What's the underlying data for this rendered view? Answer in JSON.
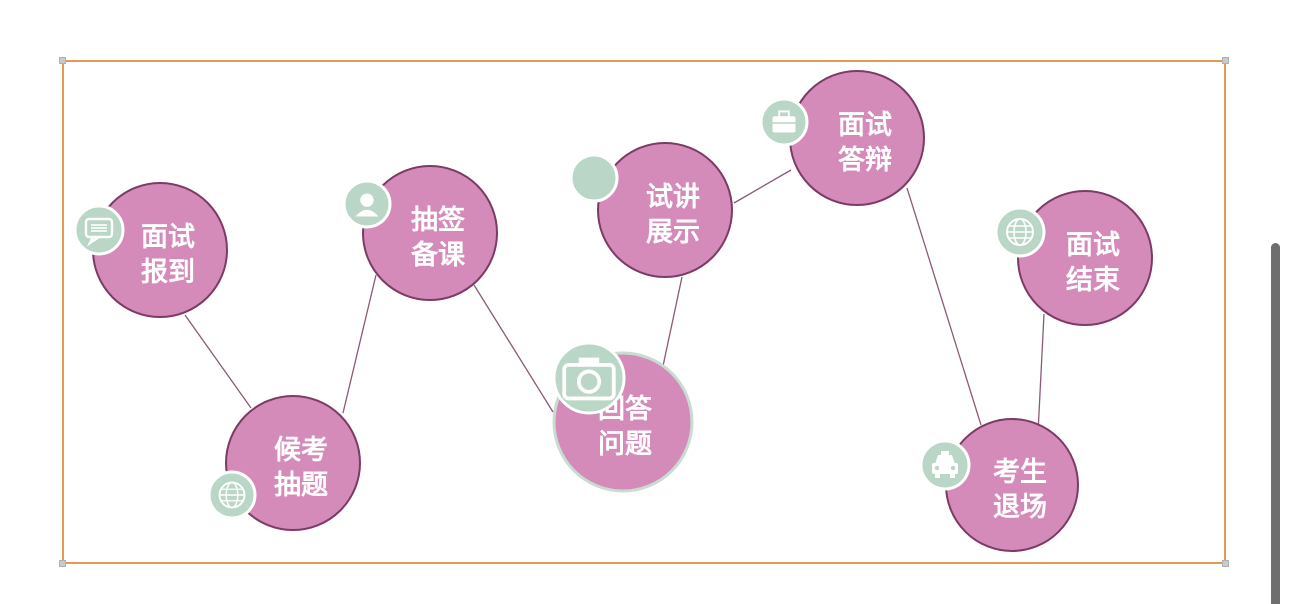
{
  "colors": {
    "frame": "#e39a52",
    "node_fill": "#d48bb9",
    "node_stroke": "#7a3b64",
    "badge_fill": "#b9d6c6",
    "connector": "#8a5a77",
    "text": "#ffffff"
  },
  "steps": [
    {
      "id": "checkin",
      "line1": "面试",
      "line2": "报到",
      "icon": "chat-bubble-icon"
    },
    {
      "id": "draw",
      "line1": "候考",
      "line2": "抽题",
      "icon": "globe-icon"
    },
    {
      "id": "prepare",
      "line1": "抽签",
      "line2": "备课",
      "icon": "person-icon"
    },
    {
      "id": "answer",
      "line1": "回答",
      "line2": "问题",
      "icon": "camera-icon"
    },
    {
      "id": "lecture",
      "line1": "试讲",
      "line2": "展示",
      "icon": "blank-badge-icon"
    },
    {
      "id": "defense",
      "line1": "面试",
      "line2": "答辩",
      "icon": "briefcase-icon"
    },
    {
      "id": "exit",
      "line1": "考生",
      "line2": "退场",
      "icon": "taxi-icon"
    },
    {
      "id": "end",
      "line1": "面试",
      "line2": "结束",
      "icon": "globe-icon"
    }
  ]
}
